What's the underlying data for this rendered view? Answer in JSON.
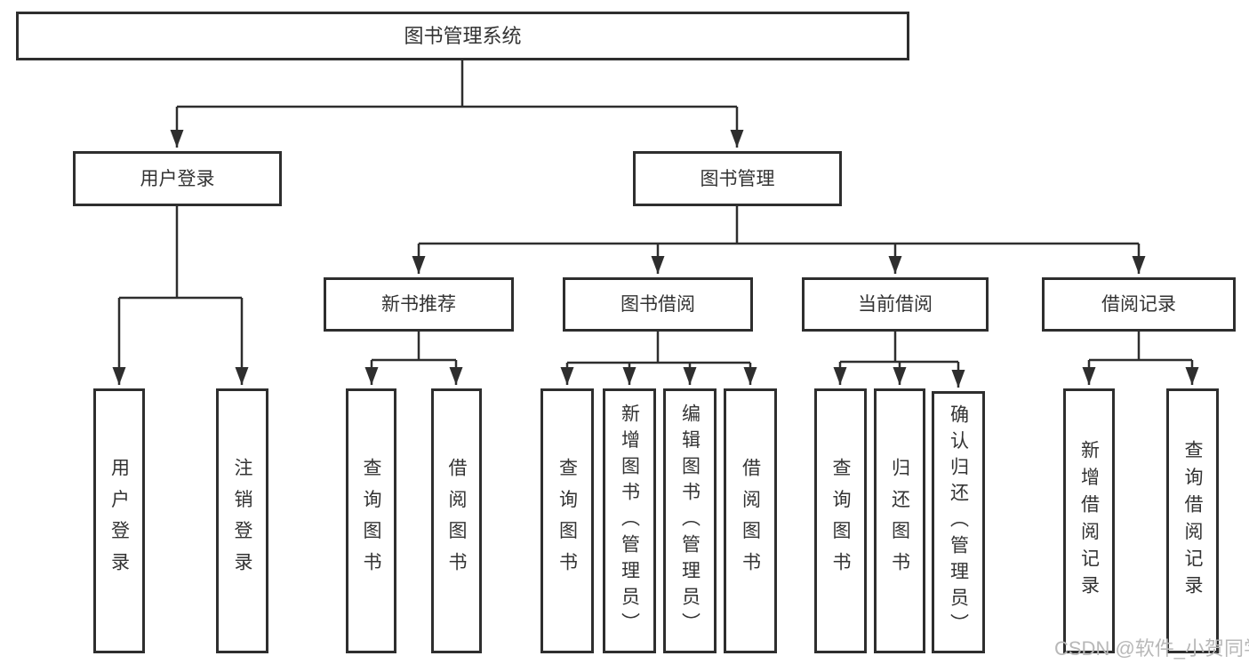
{
  "colors": {
    "line": "#2e2e2e",
    "border": "#2e2e2e",
    "text": "#333333",
    "watermark": "#b8b8b8",
    "bg": "#ffffff"
  },
  "nodes": {
    "root": "图书管理系统",
    "user_login": "用户登录",
    "book_mgmt": "图书管理",
    "new_book_rec": "新书推荐",
    "book_borrow": "图书借阅",
    "current_borrow": "当前借阅",
    "borrow_records": "借阅记录",
    "leaf_user_login": "用户登录",
    "leaf_logout": "注销登录",
    "leaf_nbr_query": "查询图书",
    "leaf_nbr_borrow": "借阅图书",
    "leaf_bb_query": "查询图书",
    "leaf_bb_add": "新增图书（管理员）",
    "leaf_bb_edit": "编辑图书（管理员）",
    "leaf_bb_borrow": "借阅图书",
    "leaf_cb_query": "查询图书",
    "leaf_cb_return": "归还图书",
    "leaf_cb_confirm": "确认归还（管理员）",
    "leaf_br_add": "新增借阅记录",
    "leaf_br_query": "查询借阅记录"
  },
  "watermark": "CSDN @软件_小贺同学"
}
